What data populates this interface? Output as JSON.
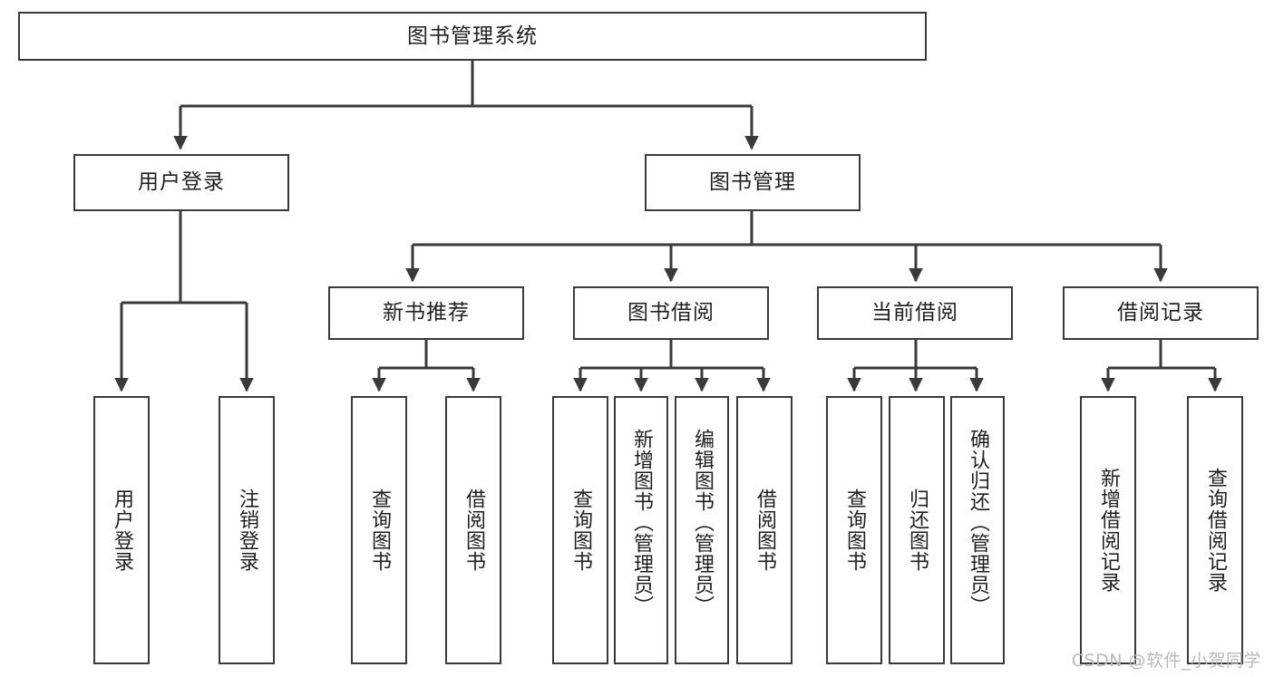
{
  "diagram": {
    "title": "图书管理系统",
    "type": "tree",
    "root": {
      "label": "图书管理系统"
    },
    "level2": [
      {
        "label": "用户登录"
      },
      {
        "label": "图书管理"
      }
    ],
    "level3": [
      {
        "label": "新书推荐"
      },
      {
        "label": "图书借阅"
      },
      {
        "label": "当前借阅"
      },
      {
        "label": "借阅记录"
      }
    ],
    "leaves": {
      "user_login": [
        {
          "label": "用户登录"
        },
        {
          "label": "注销登录"
        }
      ],
      "new_book": [
        {
          "label": "查询图书"
        },
        {
          "label": "借阅图书"
        }
      ],
      "book_borrow": [
        {
          "label": "查询图书"
        },
        {
          "label": "新增图书（管理员）"
        },
        {
          "label": "编辑图书（管理员）"
        },
        {
          "label": "借阅图书"
        }
      ],
      "current_borrow": [
        {
          "label": "查询图书"
        },
        {
          "label": "归还图书"
        },
        {
          "label": "确认归还（管理员）"
        }
      ],
      "borrow_record": [
        {
          "label": "新增借阅记录"
        },
        {
          "label": "查询借阅记录"
        }
      ]
    }
  },
  "watermark": {
    "text": "CSDN @软件_小贺同学"
  },
  "colors": {
    "stroke": "#3a3a3a",
    "background": "#ffffff",
    "text": "#1f1f1f",
    "watermark": "#b9b9b9"
  }
}
